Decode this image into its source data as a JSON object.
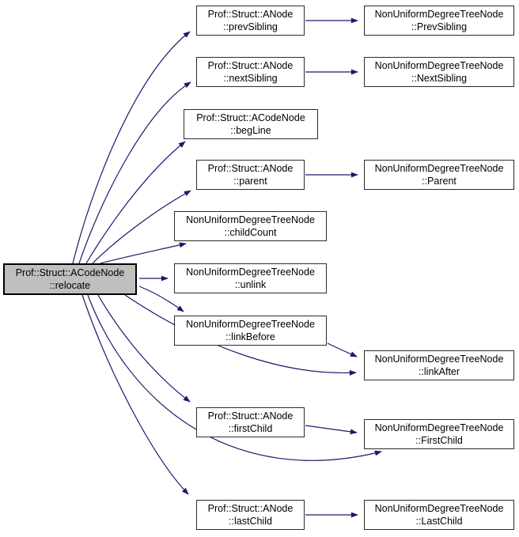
{
  "diagram": {
    "type": "call-graph",
    "colors": {
      "edge": "#191970",
      "node_fill": "#ffffff",
      "node_border": "#2b2b2b",
      "highlight_fill": "#bfbfbf",
      "highlight_border": "#000000",
      "text": "#000000",
      "background": "#ffffff"
    },
    "nodes": [
      {
        "id": "relocate",
        "line1": "Prof::Struct::ACodeNode",
        "line2": "::relocate",
        "highlight": true
      },
      {
        "id": "prevSibling",
        "line1": "Prof::Struct::ANode",
        "line2": "::prevSibling",
        "highlight": false
      },
      {
        "id": "nextSibling",
        "line1": "Prof::Struct::ANode",
        "line2": "::nextSibling",
        "highlight": false
      },
      {
        "id": "begLine",
        "line1": "Prof::Struct::ACodeNode",
        "line2": "::begLine",
        "highlight": false
      },
      {
        "id": "parent",
        "line1": "Prof::Struct::ANode",
        "line2": "::parent",
        "highlight": false
      },
      {
        "id": "childCount",
        "line1": "NonUniformDegreeTreeNode",
        "line2": "::childCount",
        "highlight": false
      },
      {
        "id": "unlink",
        "line1": "NonUniformDegreeTreeNode",
        "line2": "::unlink",
        "highlight": false
      },
      {
        "id": "linkBefore",
        "line1": "NonUniformDegreeTreeNode",
        "line2": "::linkBefore",
        "highlight": false
      },
      {
        "id": "firstChild",
        "line1": "Prof::Struct::ANode",
        "line2": "::firstChild",
        "highlight": false
      },
      {
        "id": "lastChild",
        "line1": "Prof::Struct::ANode",
        "line2": "::lastChild",
        "highlight": false
      },
      {
        "id": "PrevSibling",
        "line1": "NonUniformDegreeTreeNode",
        "line2": "::PrevSibling",
        "highlight": false
      },
      {
        "id": "NextSibling",
        "line1": "NonUniformDegreeTreeNode",
        "line2": "::NextSibling",
        "highlight": false
      },
      {
        "id": "Parent",
        "line1": "NonUniformDegreeTreeNode",
        "line2": "::Parent",
        "highlight": false
      },
      {
        "id": "linkAfter",
        "line1": "NonUniformDegreeTreeNode",
        "line2": "::linkAfter",
        "highlight": false
      },
      {
        "id": "FirstChild",
        "line1": "NonUniformDegreeTreeNode",
        "line2": "::FirstChild",
        "highlight": false
      },
      {
        "id": "LastChild",
        "line1": "NonUniformDegreeTreeNode",
        "line2": "::LastChild",
        "highlight": false
      }
    ],
    "edges": [
      {
        "from": "relocate",
        "to": "prevSibling"
      },
      {
        "from": "relocate",
        "to": "nextSibling"
      },
      {
        "from": "relocate",
        "to": "begLine"
      },
      {
        "from": "relocate",
        "to": "parent"
      },
      {
        "from": "relocate",
        "to": "childCount"
      },
      {
        "from": "relocate",
        "to": "unlink"
      },
      {
        "from": "relocate",
        "to": "linkBefore"
      },
      {
        "from": "relocate",
        "to": "linkAfter"
      },
      {
        "from": "relocate",
        "to": "firstChild"
      },
      {
        "from": "relocate",
        "to": "FirstChild"
      },
      {
        "from": "relocate",
        "to": "lastChild"
      },
      {
        "from": "prevSibling",
        "to": "PrevSibling"
      },
      {
        "from": "nextSibling",
        "to": "NextSibling"
      },
      {
        "from": "parent",
        "to": "Parent"
      },
      {
        "from": "linkBefore",
        "to": "linkAfter"
      },
      {
        "from": "firstChild",
        "to": "FirstChild"
      },
      {
        "from": "lastChild",
        "to": "LastChild"
      }
    ]
  }
}
